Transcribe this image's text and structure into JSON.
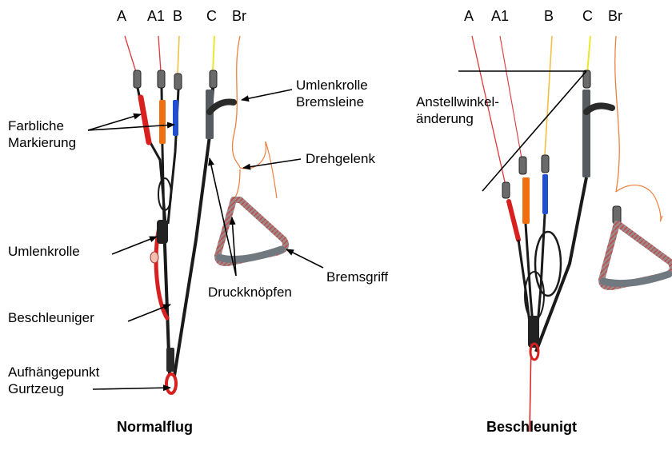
{
  "left_headers": [
    "A",
    "A1",
    "B",
    "C",
    "Br"
  ],
  "right_headers": [
    "A",
    "A1",
    "B",
    "C",
    "Br"
  ],
  "labels": {
    "farbliche": "Farbliche",
    "markierung": "Markierung",
    "umlenkrolle_brems_1": "Umlenkrolle",
    "umlenkrolle_brems_2": "Bremsleine",
    "drehgelenk": "Drehgelenk",
    "umlenkrolle": "Umlenkrolle",
    "bremsgriff": "Bremsgriff",
    "druckknoepfen": "Druckknöpfen",
    "beschleuniger": "Beschleuniger",
    "aufhaenge_1": "Aufhängepunkt",
    "aufhaenge_2": "Gurtzeug",
    "anstell_1": "Anstellwinkel-",
    "anstell_2": "änderung"
  },
  "captions": {
    "left": "Normalflug",
    "right": "Beschleunigt"
  },
  "colors": {
    "a_line": "#e0383c",
    "b_line": "#f0c040",
    "c_line": "#e8e830",
    "brake_line": "#f08040",
    "red_riser": "#d82020",
    "orange_marker": "#f07010",
    "blue_marker": "#2050d0",
    "riser_black": "#1a1a1a",
    "handle_gray": "#707880"
  }
}
